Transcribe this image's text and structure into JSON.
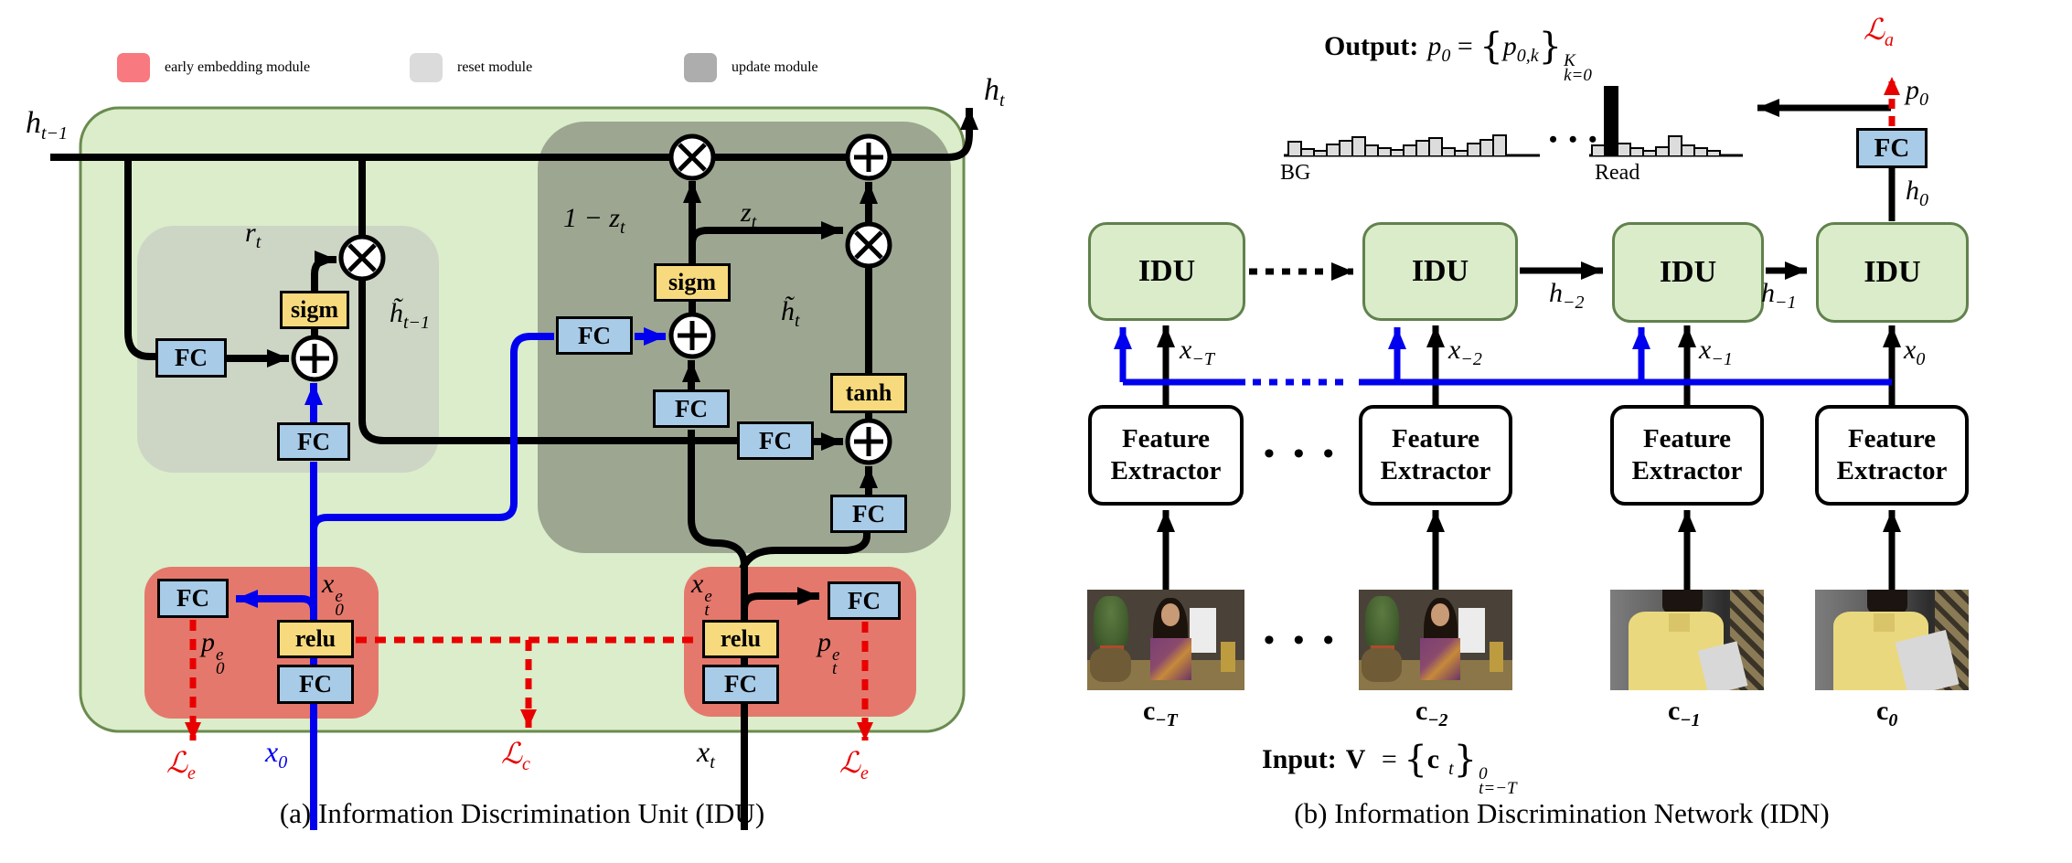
{
  "a": {
    "legend": [
      {
        "label": "early embedding module",
        "color": "#F8797F"
      },
      {
        "label": "reset module",
        "color": "#DBDBDB"
      },
      {
        "label": "update module",
        "color": "#ADADAD"
      }
    ],
    "fc_label": "FC",
    "gates": {
      "sigm": "sigm",
      "relu": "relu",
      "tanh": "tanh"
    },
    "labels": {
      "h_prev": {
        "base": "h",
        "sub": "t−1"
      },
      "h_out": {
        "base": "h",
        "sub": "t"
      },
      "r_t": {
        "base": "r",
        "sub": "t"
      },
      "h_tilde_prev": {
        "base": "h̃",
        "sub": "t−1"
      },
      "one_minus_z": {
        "pre": "1 − ",
        "base": "z",
        "sub": "t"
      },
      "z_t": {
        "base": "z",
        "sub": "t"
      },
      "h_tilde_t": {
        "base": "h̃",
        "sub": "t"
      },
      "x0e": {
        "base": "x",
        "sub": "0",
        "sup": "e"
      },
      "p0e": {
        "base": "p",
        "sub": "0",
        "sup": "e"
      },
      "xte": {
        "base": "x",
        "sub": "t",
        "sup": "e"
      },
      "pte": {
        "base": "p",
        "sub": "t",
        "sup": "e"
      },
      "x0": {
        "base": "x",
        "sub": "0"
      },
      "xt": {
        "base": "x",
        "sub": "t"
      },
      "loss_e_left": {
        "base": "ℒ",
        "sub": "e"
      },
      "loss_c": {
        "base": "ℒ",
        "sub": "c"
      },
      "loss_e_right": {
        "base": "ℒ",
        "sub": "e"
      }
    },
    "caption": "(a) Information Discrimination Unit (IDU)"
  },
  "b": {
    "output_formula": {
      "prefix": "Output:",
      "p_base": "p",
      "p_sub": "0",
      "equals": " = ",
      "open": "{",
      "inner_base": "p",
      "inner_sub": "0,k",
      "close": "}",
      "sup": "K",
      "sub": "k=0"
    },
    "input_formula": {
      "prefix": "Input:",
      "v": "V",
      "equals": " = ",
      "open": "{",
      "c_base": "c",
      "c_sub": "t",
      "close": "}",
      "sup": "0",
      "sub": "t=−T"
    },
    "idu_label": "IDU",
    "fe_line1": "Feature",
    "fe_line2": "Extractor",
    "fc_label": "FC",
    "dots": "• • •",
    "labels": {
      "loss_a": {
        "base": "ℒ",
        "sub": "a"
      },
      "p_0": {
        "base": "p",
        "sub": "0"
      },
      "h_0": {
        "base": "h",
        "sub": "0"
      },
      "h_m2": {
        "base": "h",
        "sub": "−2"
      },
      "h_m1": {
        "base": "h",
        "sub": "−1"
      },
      "x_mT": {
        "base": "x",
        "sub": "−T"
      },
      "x_m2": {
        "base": "x",
        "sub": "−2"
      },
      "x_m1": {
        "base": "x",
        "sub": "−1"
      },
      "x_0": {
        "base": "x",
        "sub": "0"
      },
      "c_mT": {
        "base": "c",
        "sub": "−T"
      },
      "c_m2": {
        "base": "c",
        "sub": "−2"
      },
      "c_m1": {
        "base": "c",
        "sub": "−1"
      },
      "c_0": {
        "base": "c",
        "sub": "0"
      }
    },
    "histogram": {
      "bg_label": "BG",
      "read_label": "Read",
      "left_bars": [
        16,
        8,
        6,
        13,
        17,
        21,
        12,
        9,
        7,
        12,
        17,
        20,
        9,
        6,
        14,
        18,
        23
      ],
      "right_bars": [
        12,
        76,
        14,
        9,
        6,
        10,
        22,
        12,
        9,
        6
      ],
      "highlight_index": 1,
      "bar_color": "#DCDCDC",
      "highlight_color": "#000000"
    },
    "caption": "(b) Information Discrimination Network (IDN)"
  },
  "colors": {
    "panel_green": "#DBEDCA",
    "panel_green_border": "#6A8B4F",
    "update_module": "#9DA691",
    "reset_module": "#CDD5C5",
    "early_embedding": "#E5786C",
    "fc_blue": "#A8CBE8",
    "gate_yellow": "#F7DA7D",
    "wire_blue": "#0000EE",
    "loss_red": "#E80000"
  }
}
